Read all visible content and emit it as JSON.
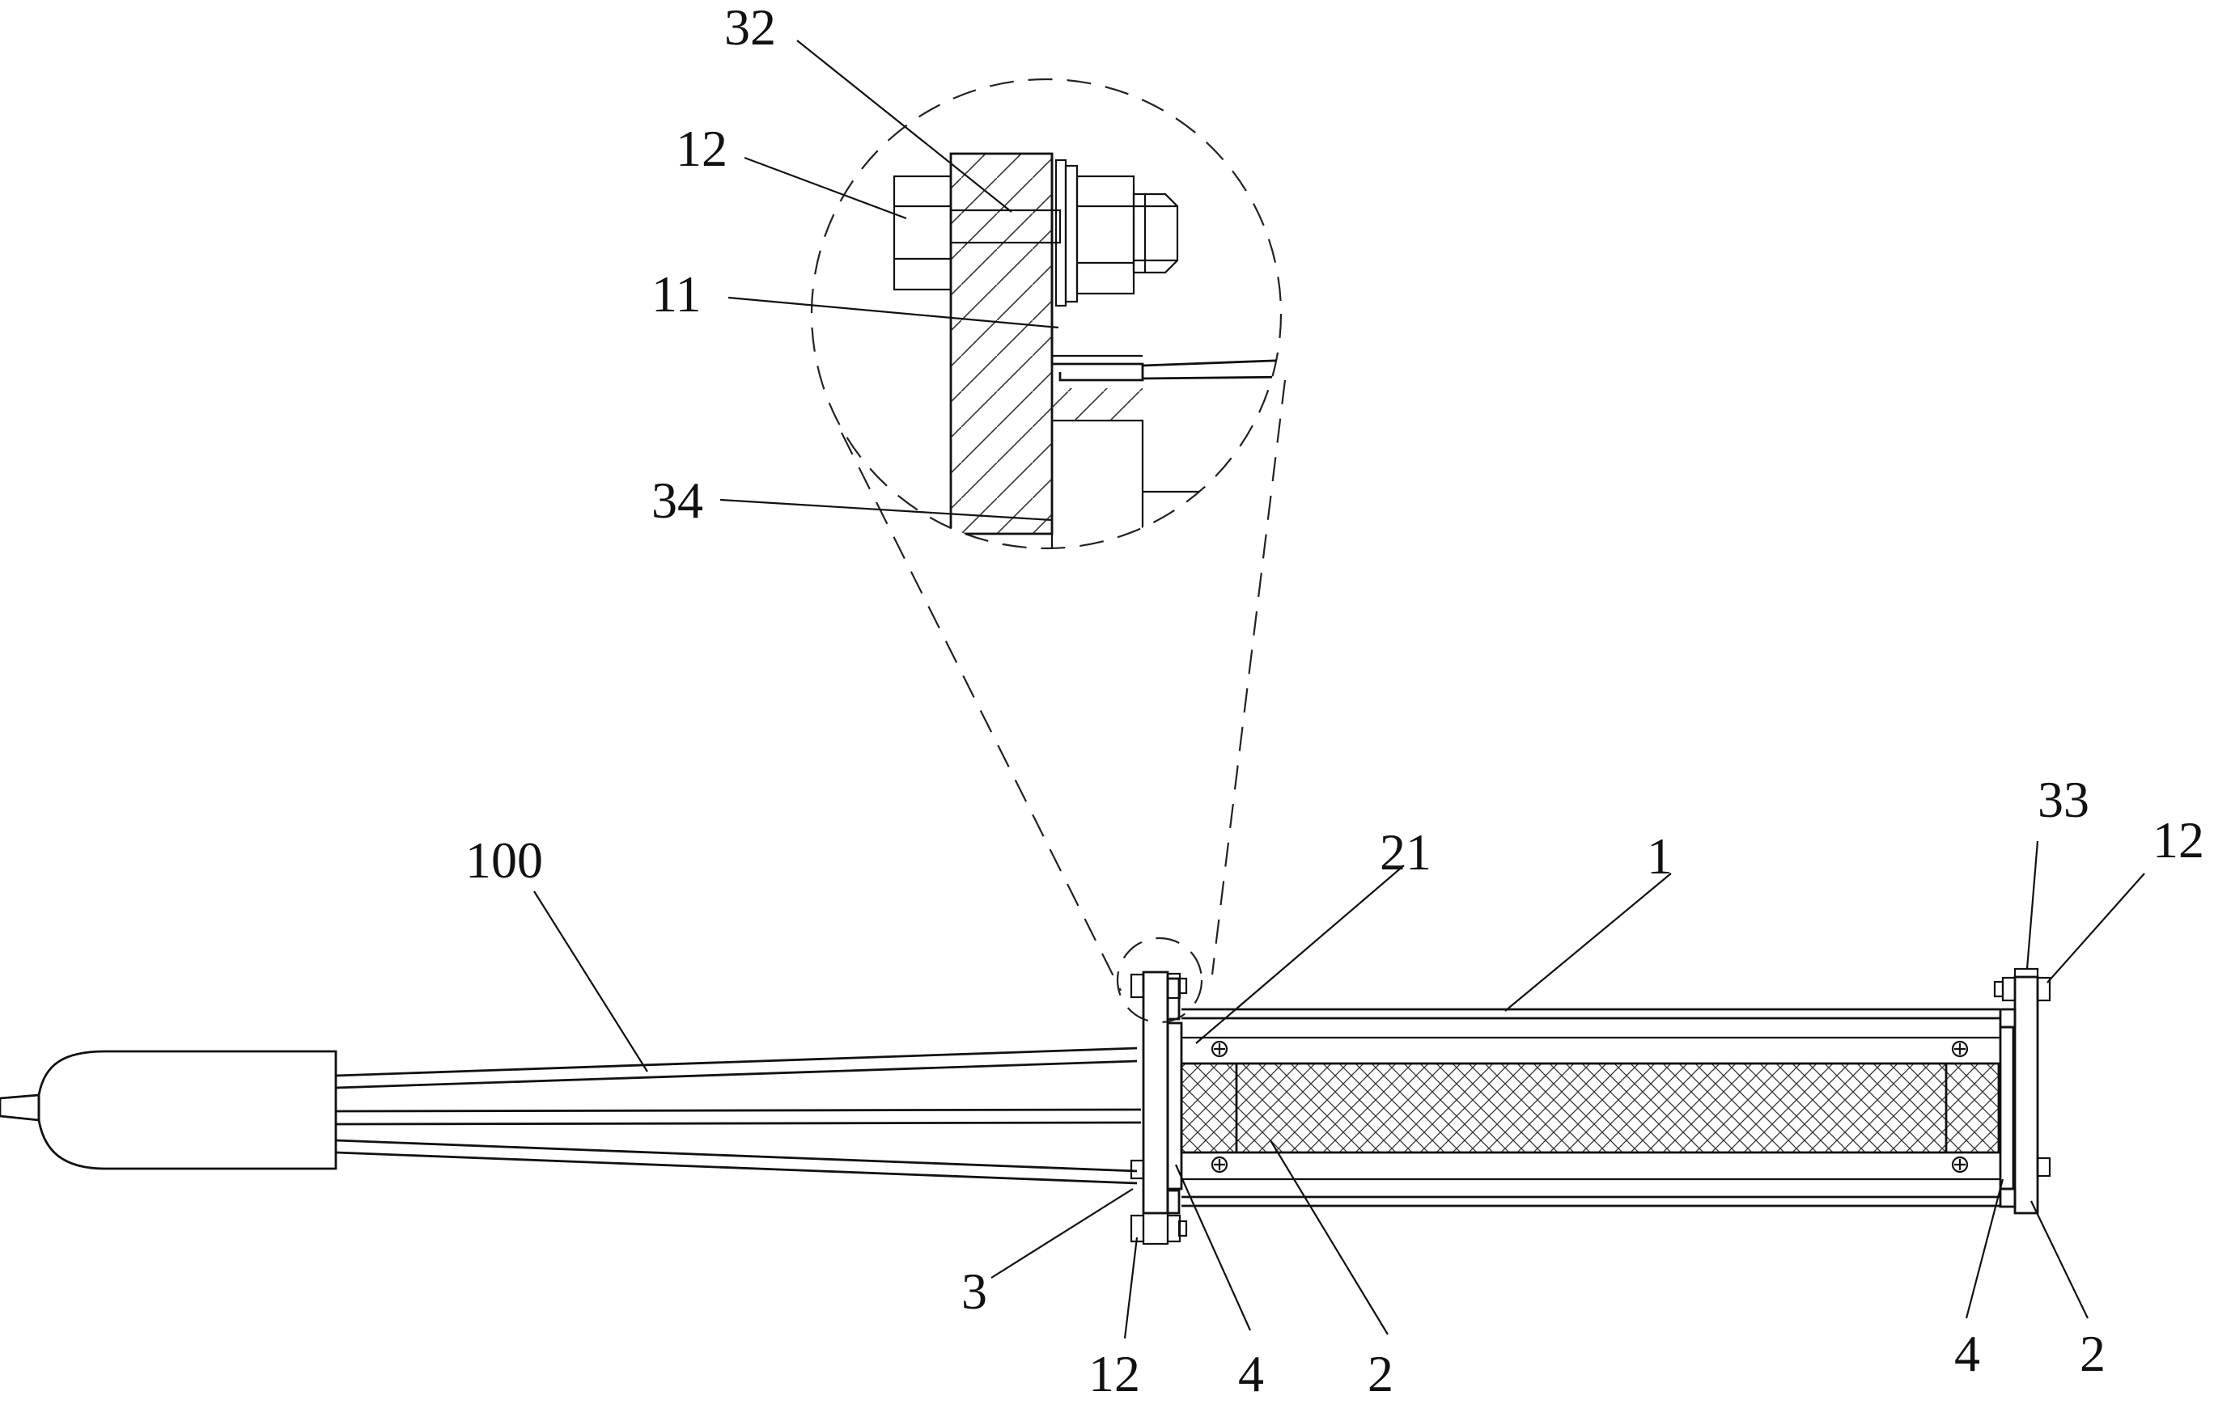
{
  "labels": {
    "l32": "32",
    "l12_top": "12",
    "l11": "11",
    "l34": "34",
    "l100": "100",
    "l21": "21",
    "l1": "1",
    "l33": "33",
    "l12_right": "12",
    "l3": "3",
    "l12_bottom": "12",
    "l4_left": "4",
    "l2_left": "2",
    "l4_right": "4",
    "l2_right": "2"
  }
}
